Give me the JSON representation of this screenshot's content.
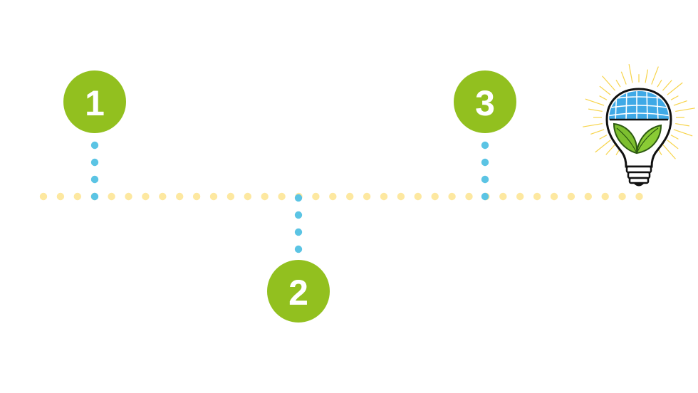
{
  "colors": {
    "timeline_dots": "#FDE8A0",
    "connector_dots": "#5BC4E4",
    "badge_fill": "#92C01F",
    "badge_text": "#FFFFFF",
    "solar_panel": "#3FA9E6",
    "leaf": "#7DBF2F"
  },
  "steps": [
    {
      "number": "1"
    },
    {
      "number": "2"
    },
    {
      "number": "3"
    }
  ],
  "icons": {
    "end_icon": "solar-panel-lightbulb-icon"
  }
}
